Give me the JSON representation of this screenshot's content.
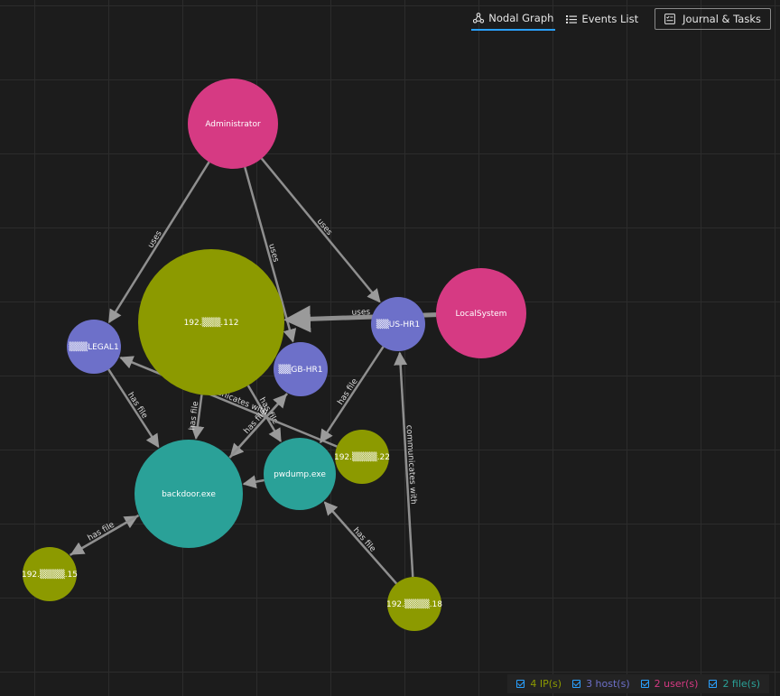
{
  "toolbar": {
    "nodal_graph_label": "Nodal Graph",
    "events_list_label": "Events List",
    "journal_label": "Journal & Tasks"
  },
  "colors": {
    "ip": "#8c9a00",
    "host": "#6d70c9",
    "user": "#d63a83",
    "file": "#2aa198",
    "edge": "#8f8f8f",
    "accent": "#2aa1ff"
  },
  "legend": {
    "ip_label": "4 IP(s)",
    "host_label": "3 host(s)",
    "user_label": "2 user(s)",
    "file_label": "2 file(s)"
  },
  "graph": {
    "nodes": [
      {
        "id": "admin",
        "label": "Administrator",
        "kind": "user"
      },
      {
        "id": "localsystem",
        "label": "LocalSystem",
        "kind": "user"
      },
      {
        "id": "ip112",
        "label": "192.▒▒▒.112",
        "kind": "ip"
      },
      {
        "id": "legal1",
        "label": "▒▒▒LEGAL1",
        "kind": "host"
      },
      {
        "id": "gbhr1",
        "label": "▒▒GB-HR1",
        "kind": "host"
      },
      {
        "id": "ushr1",
        "label": "▒▒US-HR1",
        "kind": "host"
      },
      {
        "id": "backdoor",
        "label": "backdoor.exe",
        "kind": "file"
      },
      {
        "id": "pwdump",
        "label": "pwdump.exe",
        "kind": "file"
      },
      {
        "id": "ip22",
        "label": "192.▒▒▒▒.22",
        "kind": "ip"
      },
      {
        "id": "ip15",
        "label": "192.▒▒▒▒.15",
        "kind": "ip"
      },
      {
        "id": "ip18",
        "label": "192.▒▒▒▒.18",
        "kind": "ip"
      }
    ],
    "edges": [
      {
        "from": "admin",
        "to": "legal1",
        "label": "uses"
      },
      {
        "from": "admin",
        "to": "gbhr1",
        "label": "uses"
      },
      {
        "from": "admin",
        "to": "ushr1",
        "label": "uses"
      },
      {
        "from": "localsystem",
        "to": "ip112",
        "label": "uses"
      },
      {
        "from": "legal1",
        "to": "backdoor",
        "label": "has file"
      },
      {
        "from": "ip112",
        "to": "backdoor",
        "label": "has file"
      },
      {
        "from": "ip112",
        "to": "pwdump",
        "label": "has file"
      },
      {
        "from": "ip22",
        "to": "legal1",
        "label": "communicates with"
      },
      {
        "from": "gbhr1",
        "to": "backdoor",
        "label": "has file"
      },
      {
        "from": "backdoor",
        "to": "gbhr1",
        "label": ""
      },
      {
        "from": "pwdump",
        "to": "backdoor",
        "label": ""
      },
      {
        "from": "ushr1",
        "to": "pwdump",
        "label": "has file"
      },
      {
        "from": "ip15",
        "to": "backdoor",
        "label": "has file"
      },
      {
        "from": "backdoor",
        "to": "ip15",
        "label": ""
      },
      {
        "from": "ip18",
        "to": "pwdump",
        "label": "has file"
      },
      {
        "from": "ip18",
        "to": "ushr1",
        "label": "communicates with"
      }
    ]
  }
}
